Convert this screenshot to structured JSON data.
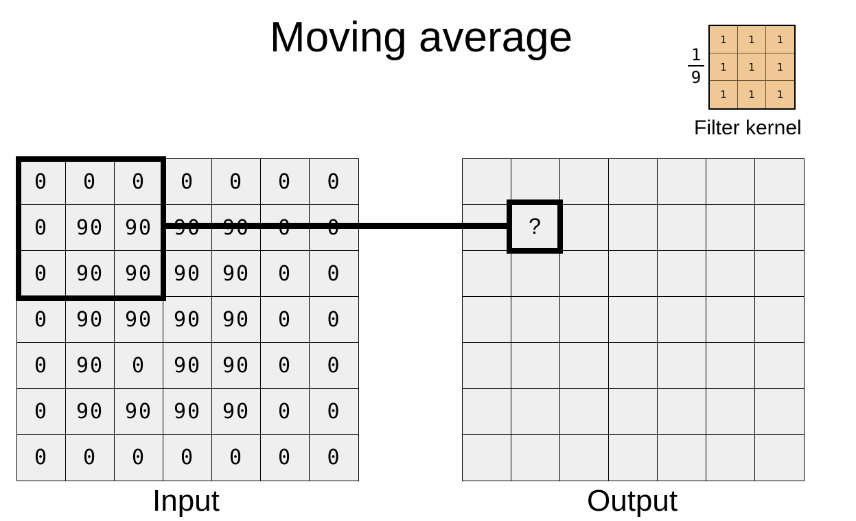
{
  "title": "Moving average",
  "kernel": {
    "factor_numerator": "1",
    "factor_denominator": "9",
    "values": [
      [
        "1",
        "1",
        "1"
      ],
      [
        "1",
        "1",
        "1"
      ],
      [
        "1",
        "1",
        "1"
      ]
    ],
    "label": "Filter kernel",
    "fill_color": "#f0c896"
  },
  "input": {
    "label": "Input",
    "values": [
      [
        "0",
        "0",
        "0",
        "0",
        "0",
        "0",
        "0"
      ],
      [
        "0",
        "90",
        "90",
        "90",
        "90",
        "0",
        "0"
      ],
      [
        "0",
        "90",
        "90",
        "90",
        "90",
        "0",
        "0"
      ],
      [
        "0",
        "90",
        "90",
        "90",
        "90",
        "0",
        "0"
      ],
      [
        "0",
        "90",
        "0",
        "90",
        "90",
        "0",
        "0"
      ],
      [
        "0",
        "90",
        "90",
        "90",
        "90",
        "0",
        "0"
      ],
      [
        "0",
        "0",
        "0",
        "0",
        "0",
        "0",
        "0"
      ]
    ]
  },
  "output": {
    "label": "Output",
    "rows": 7,
    "cols": 7,
    "current_value": "?"
  }
}
